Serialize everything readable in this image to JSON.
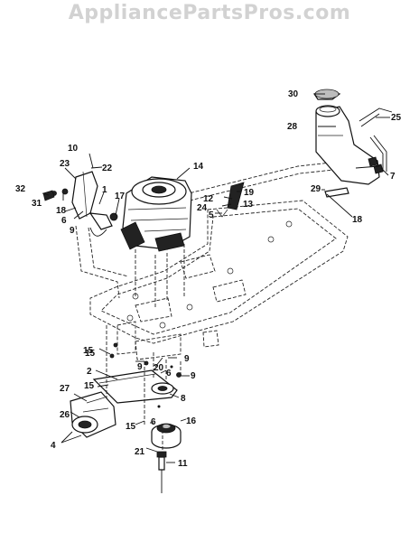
{
  "watermark": "AppliancePartsPros.com",
  "callouts": [
    "1",
    "2",
    "4",
    "5",
    "6",
    "6",
    "6",
    "7",
    "8",
    "9",
    "9",
    "9",
    "9",
    "10",
    "11",
    "12",
    "13",
    "14",
    "15",
    "15",
    "15",
    "15",
    "16",
    "17",
    "18",
    "18",
    "19",
    "20",
    "21",
    "22",
    "23",
    "24",
    "25",
    "26",
    "27",
    "28",
    "29",
    "30",
    "31",
    "32"
  ]
}
